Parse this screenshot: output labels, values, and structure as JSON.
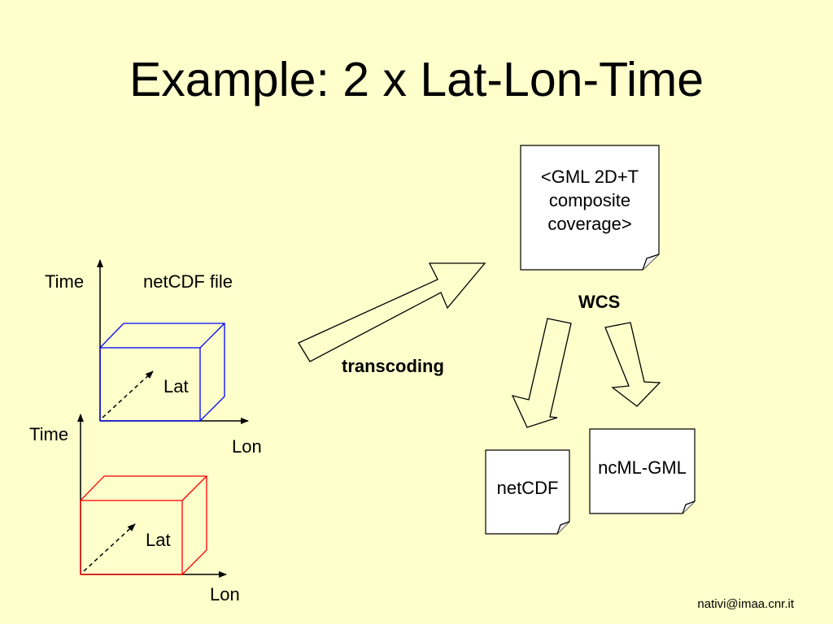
{
  "title": "Example: 2 x Lat-Lon-Time",
  "cube1": {
    "axis_time": "Time",
    "axis_lat": "Lat",
    "axis_lon": "Lon",
    "caption": "netCDF file",
    "color": "#0000ff"
  },
  "cube2": {
    "axis_time": "Time",
    "axis_lat": "Lat",
    "axis_lon": "Lon",
    "color": "#ff0000"
  },
  "transcoding_label": "transcoding",
  "gml_doc": {
    "line1": "<GML 2D+T",
    "line2": "composite",
    "line3": "coverage>"
  },
  "wcs_label": "WCS",
  "netcdf_doc": "netCDF",
  "ncml_doc": "ncML-GML",
  "footer_email": "nativi@imaa.cnr.it"
}
